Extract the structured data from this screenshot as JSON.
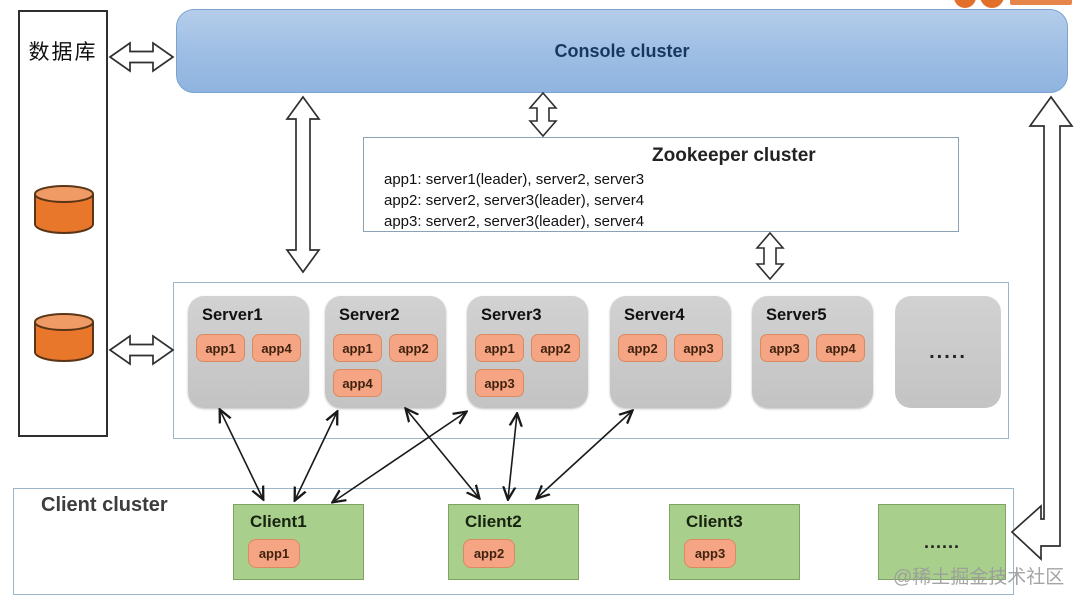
{
  "diagram": {
    "database": {
      "label": "数据库"
    },
    "console": {
      "label": "Console cluster"
    },
    "zookeeper": {
      "title": "Zookeeper cluster",
      "assignments": [
        "app1: server1(leader), server2, server3",
        "app2: server2, server3(leader), server4",
        "app3: server2, server3(leader), server4"
      ]
    },
    "server_cluster": {
      "servers": [
        {
          "name": "Server1",
          "apps": [
            "app1",
            "app4"
          ]
        },
        {
          "name": "Server2",
          "apps": [
            "app1",
            "app2",
            "app4"
          ]
        },
        {
          "name": "Server3",
          "apps": [
            "app1",
            "app2",
            "app3"
          ]
        },
        {
          "name": "Server4",
          "apps": [
            "app2",
            "app3"
          ]
        },
        {
          "name": "Server5",
          "apps": [
            "app3",
            "app4"
          ]
        }
      ],
      "more_label": "....."
    },
    "client_cluster": {
      "title": "Client cluster",
      "clients": [
        {
          "name": "Client1",
          "apps": [
            "app1"
          ]
        },
        {
          "name": "Client2",
          "apps": [
            "app2"
          ]
        },
        {
          "name": "Client3",
          "apps": [
            "app3"
          ]
        }
      ],
      "more_label": "......"
    },
    "watermark": "@稀土掘金技术社区",
    "colors": {
      "console_blue": "#9dbde4",
      "server_gray": "#c9c9c9",
      "app_badge_salmon": "#f5a584",
      "client_green": "#a9cf8d",
      "database_orange": "#e8762b"
    }
  }
}
